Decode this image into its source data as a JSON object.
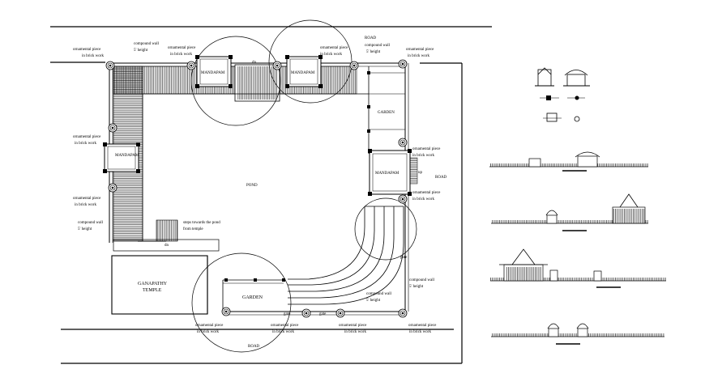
{
  "plan": {
    "labels": {
      "road_top": "ROAD",
      "road_right": "ROAD",
      "road_bottom": "ROAD",
      "mandapam_top_left": "MANDAPAM",
      "mandapam_top_right": "MANDAPAM",
      "mandapam_left": "MANDAPAM",
      "mandapam_right": "MANDAPAM",
      "pond": "POND",
      "garden_right": "GARDEN",
      "garden_bottom": "GARDEN",
      "temple_line1": "GANAPATHY",
      "temple_line2": "TEMPLE",
      "dn_top": "dn",
      "dn_bottom": "dn",
      "up_right": "up",
      "gate_right": "gate",
      "gate_bottom_1": "gate",
      "gate_bottom_2": "gate",
      "steps_line1": "steps towards the pond",
      "steps_line2": "from temple"
    },
    "notes": {
      "orn_top_left_1": "ornamental piece",
      "orn_top_left_2": "in brick work",
      "cw_top_1": "compound wall",
      "cw_top_2": "5' height",
      "orn_top_mid_1": "ornamental piece",
      "orn_top_mid_2": "in brick work",
      "orn_top_mid2_1": "ornamental piece",
      "orn_top_mid2_2": "in brick work",
      "cw_top_right_1": "compound wall",
      "cw_top_right_2": "5' height",
      "orn_top_right_1": "ornamental piece",
      "orn_top_right_2": "in brick work",
      "orn_left_a_1": "ornamental piece",
      "orn_left_a_2": "in brick work",
      "orn_left_b_1": "ornamental piece",
      "orn_left_b_2": "in brick work",
      "cw_left_1": "compound wall",
      "cw_left_2": "5' height",
      "orn_right_a_1": "ornamental piece",
      "orn_right_a_2": "in brick work",
      "orn_right_b_1": "ornamental piece",
      "orn_right_b_2": "in brick work",
      "cw_right_1": "compound wall",
      "cw_right_2": "5' height",
      "cw_mid_1": "compound wall",
      "cw_mid_2": "5' height",
      "orn_bot_1_1": "ornamental piece",
      "orn_bot_1_2": "in brick work",
      "orn_bot_2_1": "ornamental piece",
      "orn_bot_2_2": "in brick work",
      "orn_bot_3_1": "ornamental piece",
      "orn_bot_3_2": "in brick work",
      "orn_bot_4_1": "ornamental piece",
      "orn_bot_4_2": "in brick work"
    }
  },
  "colors": {
    "ink": "#000000",
    "paper": "#ffffff"
  }
}
